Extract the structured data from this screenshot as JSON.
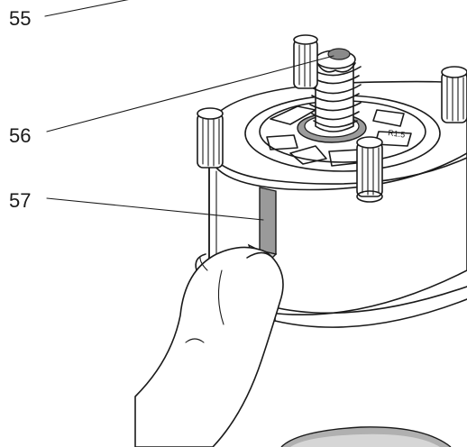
{
  "figure": {
    "callouts": [
      {
        "number": "55"
      },
      {
        "number": "56"
      },
      {
        "number": "57"
      }
    ],
    "plate_marking": "R1.5",
    "colors": {
      "line": "#1a1a1a",
      "background": "#ffffff",
      "tab": "#9a9a9a",
      "tab_light": "#c8c8c8",
      "disc_shade": "#9c9c9c"
    }
  }
}
